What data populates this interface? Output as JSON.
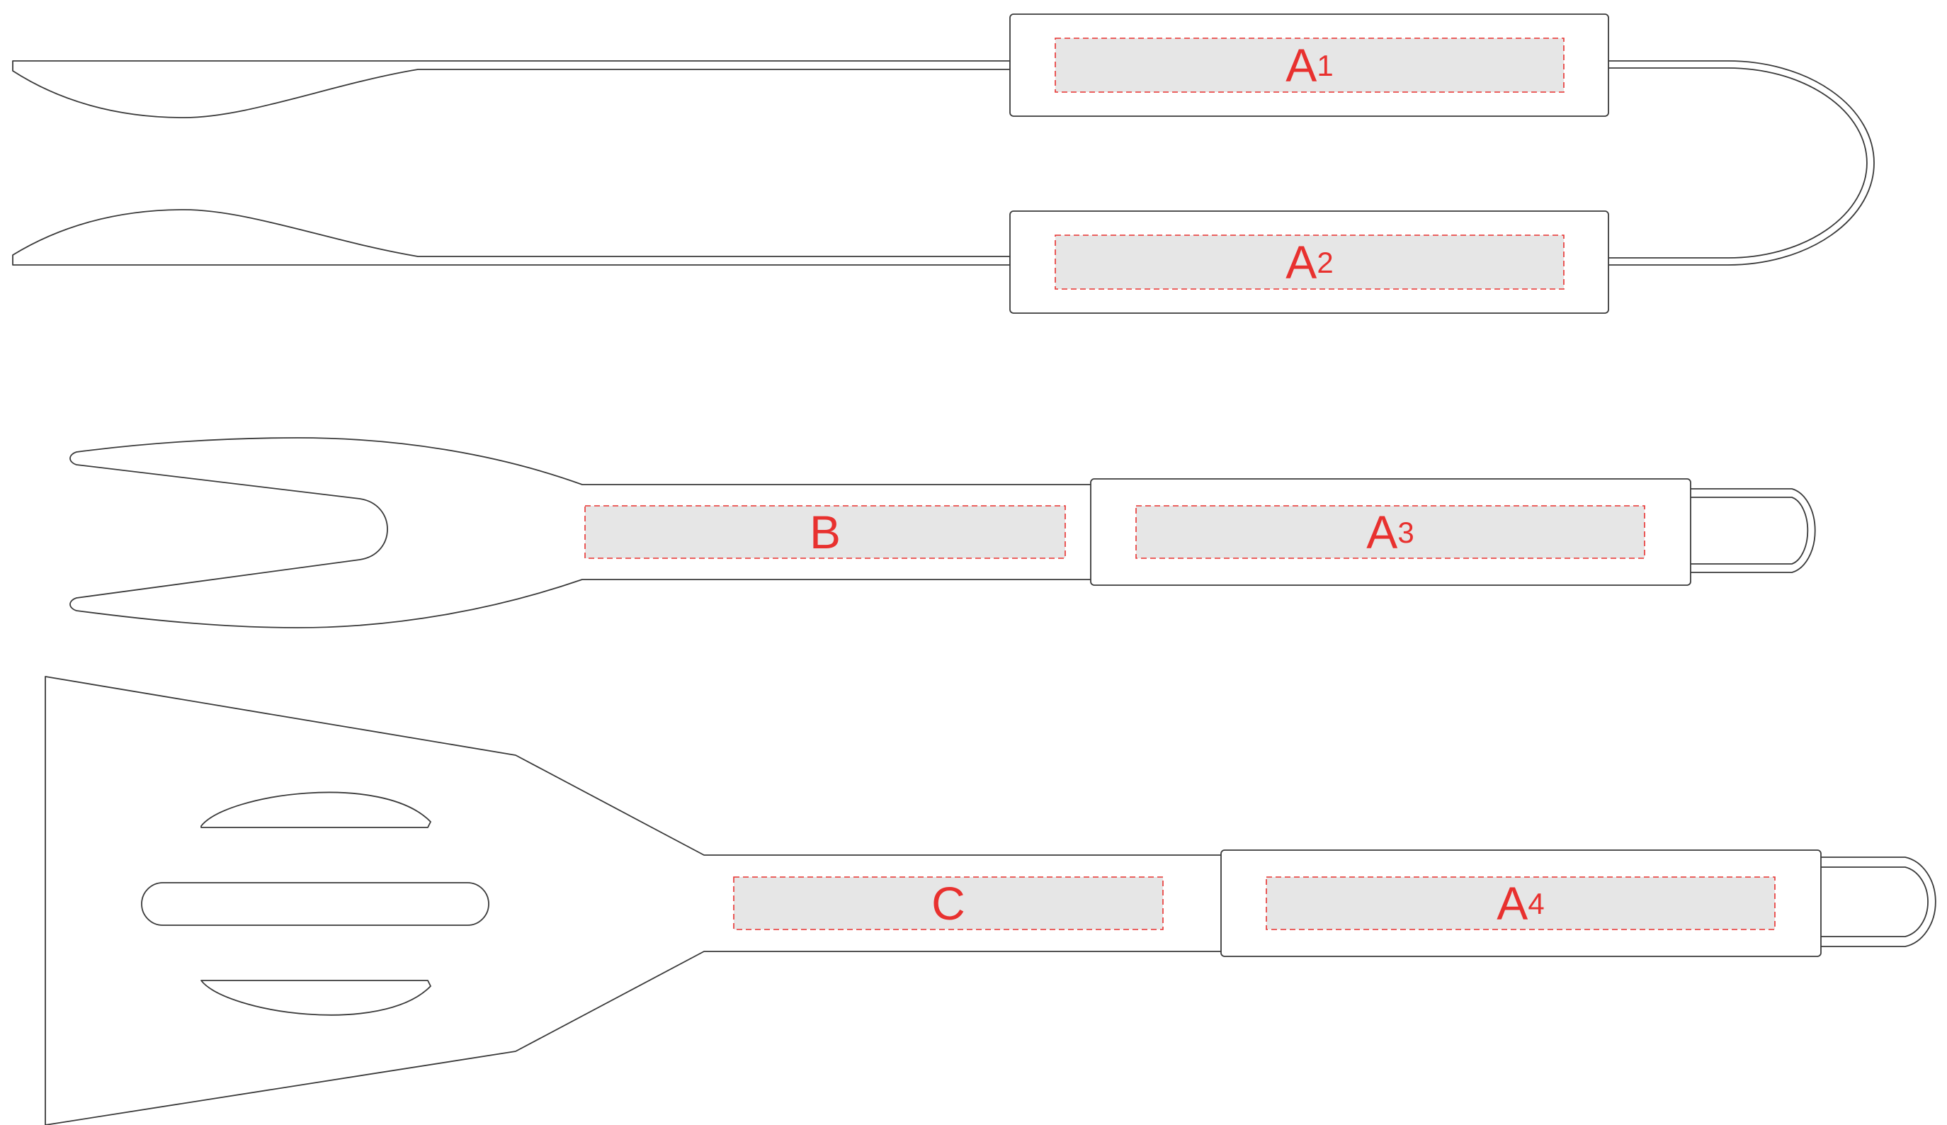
{
  "colors": {
    "outline": "#3a3a3a",
    "zone_border": "#e8312f",
    "zone_fill": "#e6e6e6",
    "label": "#e8312f"
  },
  "zones": [
    {
      "main": "A",
      "sub": "1"
    },
    {
      "main": "A",
      "sub": "2"
    },
    {
      "main": "B",
      "sub": ""
    },
    {
      "main": "A",
      "sub": "3"
    },
    {
      "main": "C",
      "sub": ""
    },
    {
      "main": "A",
      "sub": "4"
    }
  ]
}
